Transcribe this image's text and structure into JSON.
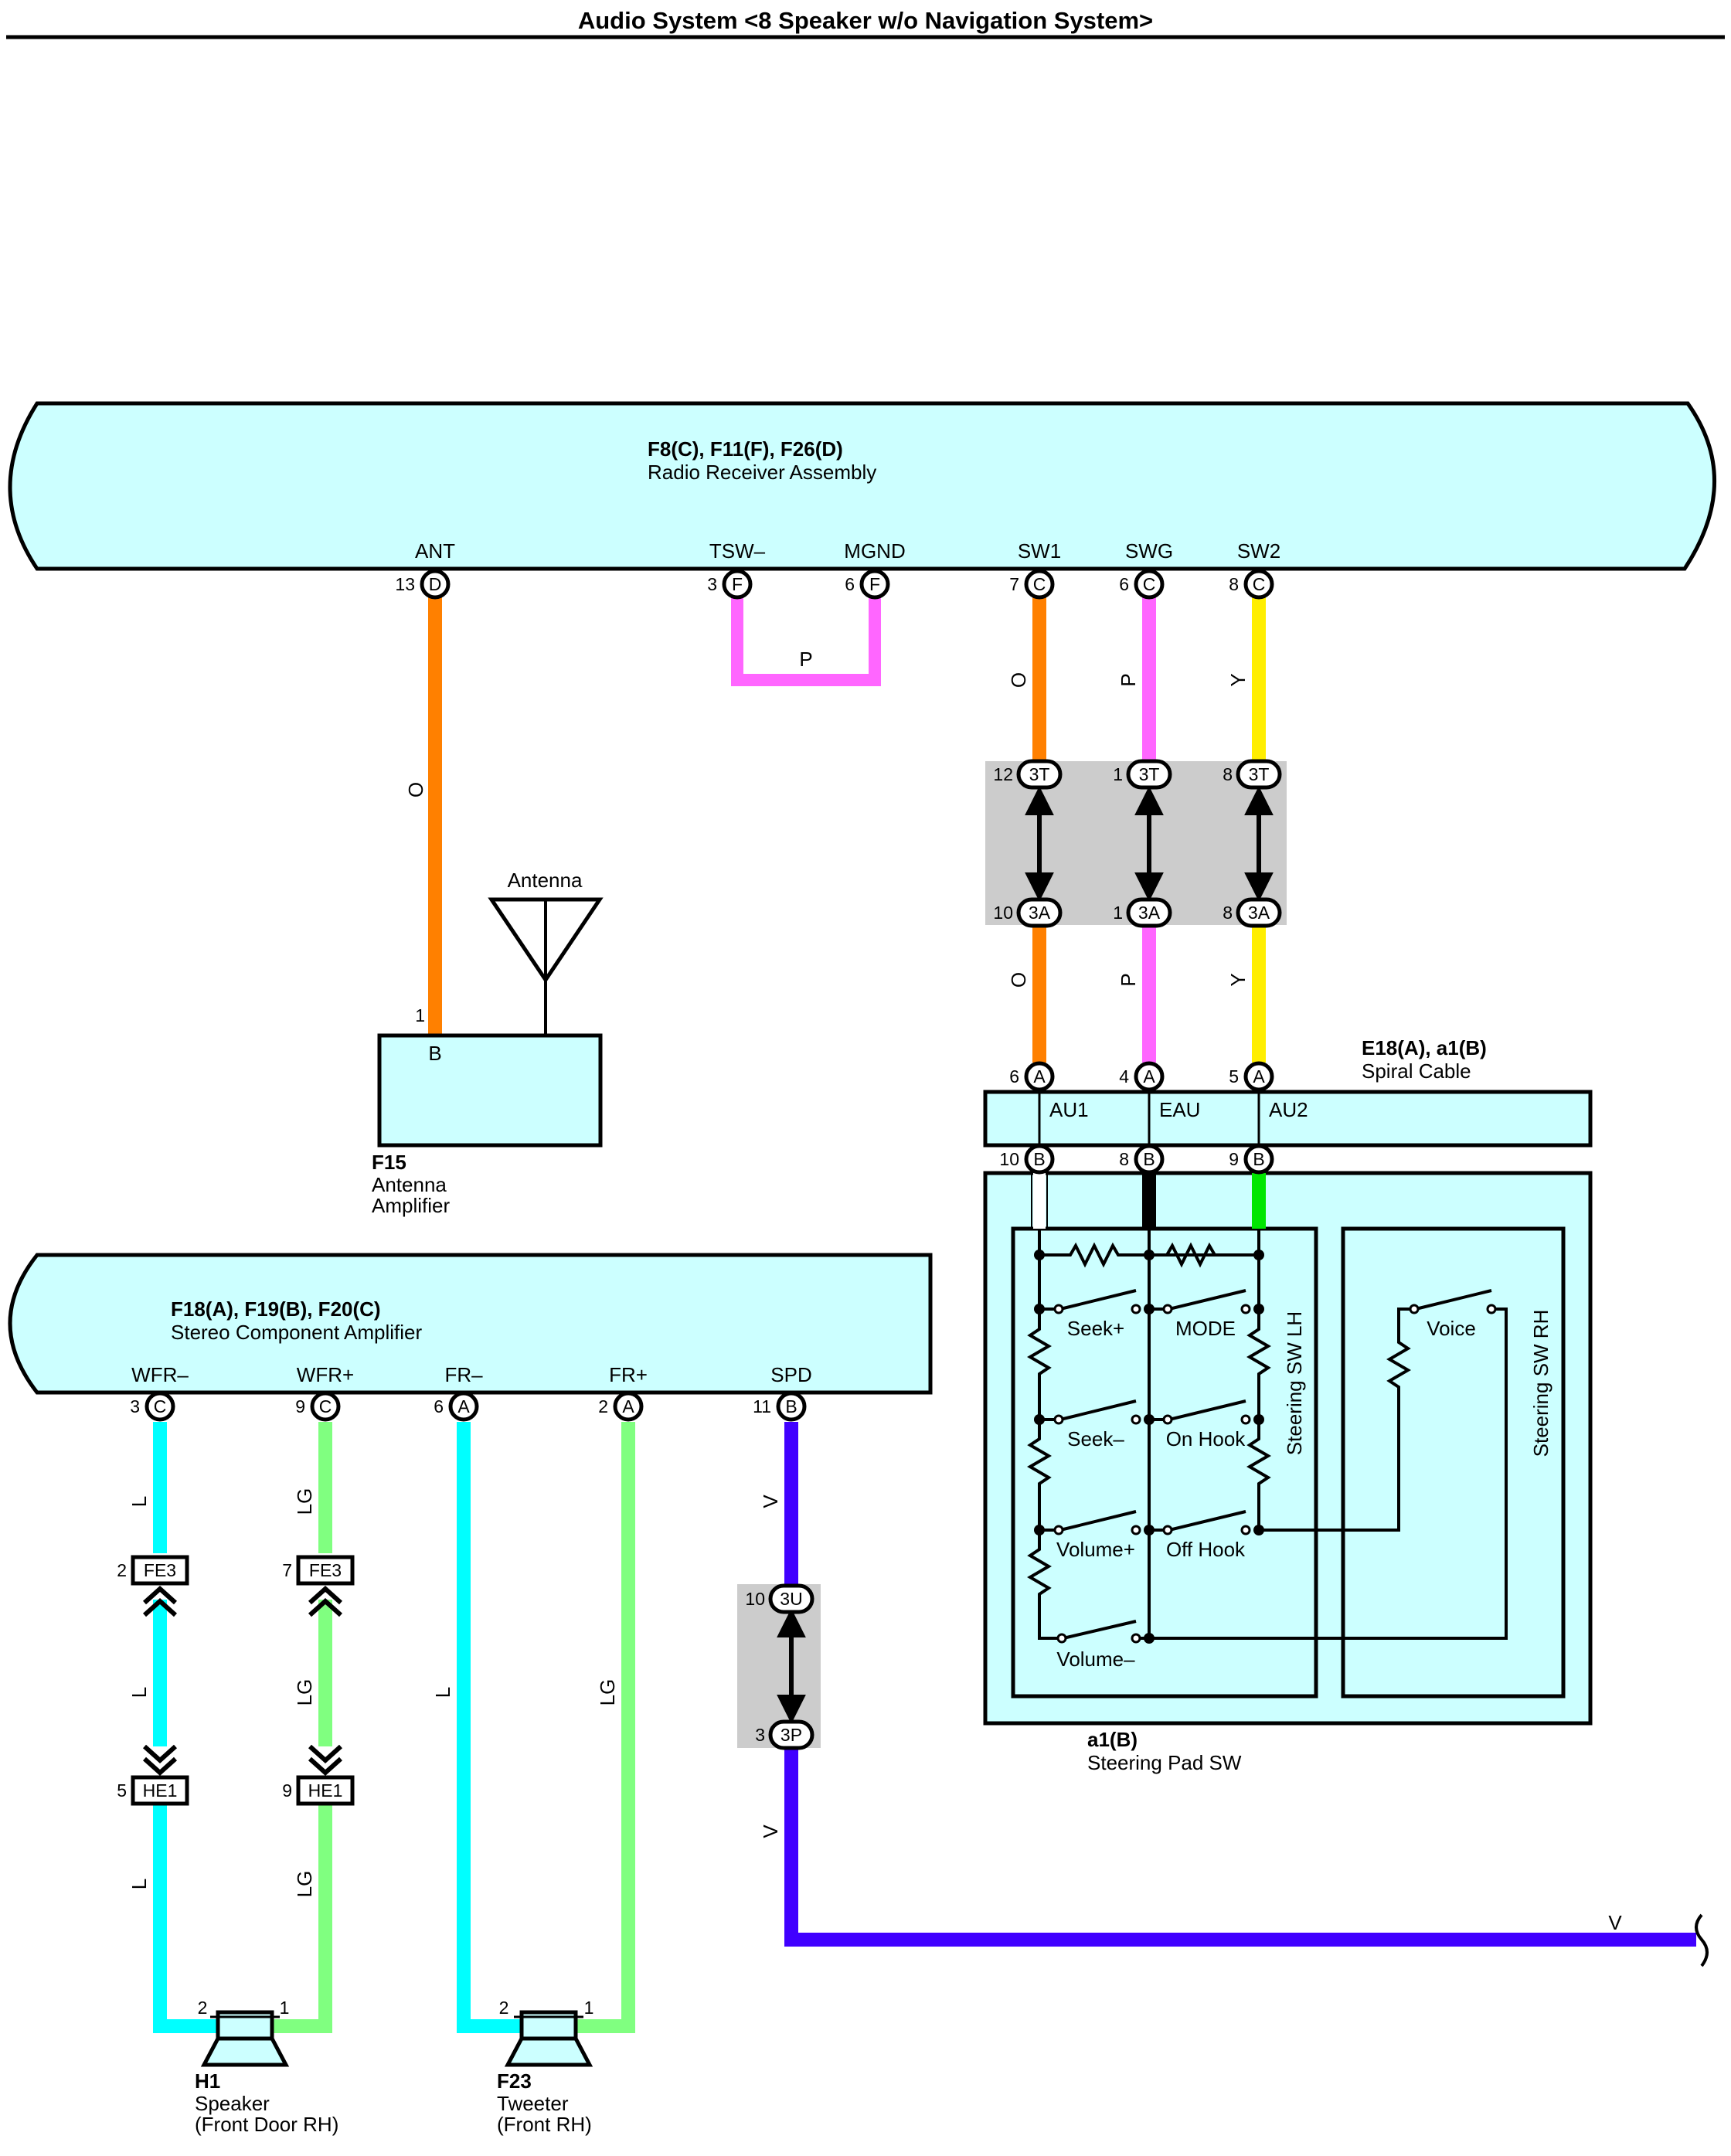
{
  "title": "Audio System <8 Speaker w/o Navigation System>",
  "radio_receiver": {
    "id": "F8(C), F11(F), F26(D)",
    "name": "Radio Receiver Assembly",
    "terminals": {
      "ant": {
        "label": "ANT",
        "pin": "13",
        "conn": "D"
      },
      "tsw": {
        "label": "TSW–",
        "pin": "3",
        "conn": "F"
      },
      "mgnd": {
        "label": "MGND",
        "pin": "6",
        "conn": "F"
      },
      "sw1": {
        "label": "SW1",
        "pin": "7",
        "conn": "C"
      },
      "swg": {
        "label": "SWG",
        "pin": "6",
        "conn": "C"
      },
      "sw2": {
        "label": "SW2",
        "pin": "8",
        "conn": "C"
      }
    }
  },
  "antenna": {
    "label": "Antenna"
  },
  "antenna_amplifier": {
    "id": "F15",
    "name_line1": "Antenna",
    "name_line2": "Amplifier",
    "pin": "1",
    "terminal": "B"
  },
  "junction_3t_3a": {
    "top": [
      {
        "pin": "12",
        "conn": "3T"
      },
      {
        "pin": "1",
        "conn": "3T"
      },
      {
        "pin": "8",
        "conn": "3T"
      }
    ],
    "bottom": [
      {
        "pin": "10",
        "conn": "3A"
      },
      {
        "pin": "1",
        "conn": "3A"
      },
      {
        "pin": "8",
        "conn": "3A"
      }
    ]
  },
  "spiral_cable": {
    "id": "E18(A), a1(B)",
    "name": "Spiral Cable",
    "top_pins": [
      {
        "pin": "6",
        "conn": "A",
        "label": "AU1"
      },
      {
        "pin": "4",
        "conn": "A",
        "label": "EAU"
      },
      {
        "pin": "5",
        "conn": "A",
        "label": "AU2"
      }
    ],
    "bottom_pins": [
      {
        "pin": "10",
        "conn": "B"
      },
      {
        "pin": "8",
        "conn": "B"
      },
      {
        "pin": "9",
        "conn": "B"
      }
    ]
  },
  "steering_pad": {
    "id": "a1(B)",
    "name": "Steering Pad SW",
    "lh_label": "Steering SW LH",
    "rh_label": "Steering SW RH",
    "switches": {
      "seek_plus": "Seek+",
      "mode": "MODE",
      "seek_minus": "Seek–",
      "on_hook": "On Hook",
      "volume_plus": "Volume+",
      "off_hook": "Off Hook",
      "volume_minus": "Volume–",
      "voice": "Voice"
    }
  },
  "stereo_amplifier": {
    "id": "F18(A), F19(B), F20(C)",
    "name": "Stereo Component Amplifier",
    "terminals": {
      "wfr_minus": {
        "label": "WFR–",
        "pin": "3",
        "conn": "C"
      },
      "wfr_plus": {
        "label": "WFR+",
        "pin": "9",
        "conn": "C"
      },
      "fr_minus": {
        "label": "FR–",
        "pin": "6",
        "conn": "A"
      },
      "fr_plus": {
        "label": "FR+",
        "pin": "2",
        "conn": "A"
      },
      "spd": {
        "label": "SPD",
        "pin": "11",
        "conn": "B"
      }
    }
  },
  "connectors": {
    "fe3_left": {
      "pin": "2",
      "tag": "FE3"
    },
    "fe3_right": {
      "pin": "7",
      "tag": "FE3"
    },
    "he1_left": {
      "pin": "5",
      "tag": "HE1"
    },
    "he1_right": {
      "pin": "9",
      "tag": "HE1"
    },
    "j3u": {
      "pin": "10",
      "conn": "3U"
    },
    "j3p": {
      "pin": "3",
      "conn": "3P"
    }
  },
  "speaker_h1": {
    "id": "H1",
    "name_line1": "Speaker",
    "name_line2": "(Front Door RH)",
    "pin_left": "2",
    "pin_right": "1"
  },
  "tweeter_f23": {
    "id": "F23",
    "name_line1": "Tweeter",
    "name_line2": "(Front RH)",
    "pin_left": "2",
    "pin_right": "1"
  },
  "wire_colors": {
    "O": "#ff8000",
    "P": "#ff66ff",
    "Y": "#ffee00",
    "W": "#ffffff",
    "B": "#000000",
    "G": "#00e600",
    "L": "#00ffff",
    "LG": "#80ff80",
    "V": "#4000ff"
  },
  "wire_codes": {
    "ant": "O",
    "tsw_mgnd": "P",
    "sw1_upper": "O",
    "swg_upper": "P",
    "sw2_upper": "Y",
    "sw1_lower": "O",
    "swg_lower": "P",
    "sw2_lower": "Y",
    "spiral_w": "W",
    "spiral_b": "B",
    "spiral_g": "G",
    "wfrm_1": "L",
    "wfrm_2": "L",
    "wfrm_3": "L",
    "wfrp_1": "LG",
    "wfrp_2": "LG",
    "wfrp_3": "LG",
    "frm": "L",
    "frp": "LG",
    "spd_1": "V",
    "spd_2": "V",
    "spd_3": "V"
  }
}
